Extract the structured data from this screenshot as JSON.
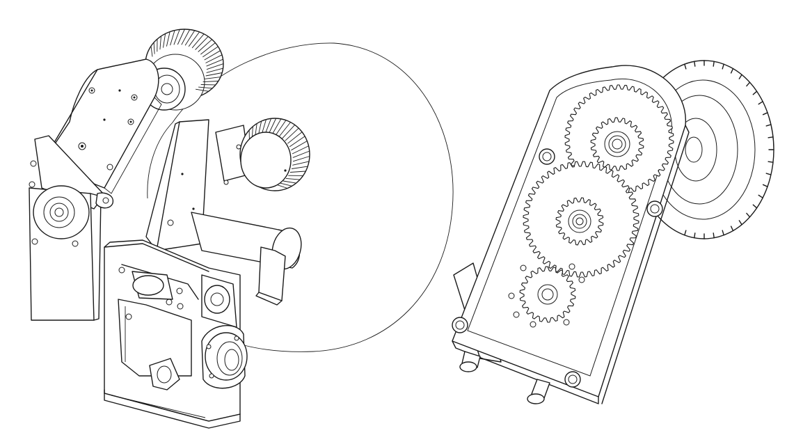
{
  "figure": {
    "views": [
      {
        "name": "left-assembly",
        "parts": [
          "arm-link",
          "knurled-wheel-top",
          "knurled-wheel-mid",
          "motor-cylinder",
          "base-bracket",
          "hinge-block",
          "bearing-flange"
        ]
      },
      {
        "name": "right-gearbox",
        "parts": [
          "gear-plate",
          "large-gear",
          "mid-gear",
          "small-gear",
          "pinion-gear",
          "output-pulley",
          "mounting-bolts"
        ]
      }
    ],
    "colors": {
      "line": "#1a1a1a",
      "background": "#ffffff"
    }
  }
}
